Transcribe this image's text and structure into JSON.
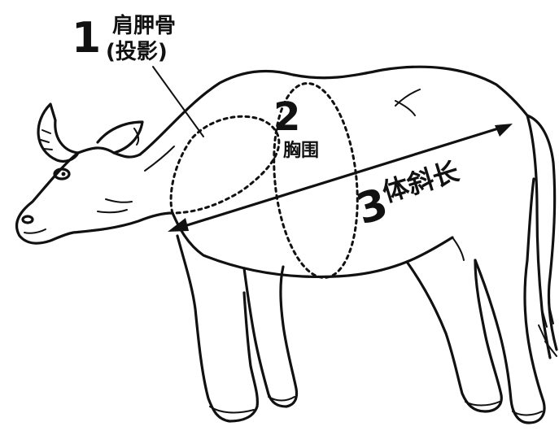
{
  "labels": {
    "shoulder": {
      "number": "1",
      "text": "肩胛骨",
      "sub": "(投影)"
    },
    "chest": {
      "number": "2",
      "text": "胸围"
    },
    "body_length": {
      "number": "3",
      "text": "体斜长"
    }
  }
}
